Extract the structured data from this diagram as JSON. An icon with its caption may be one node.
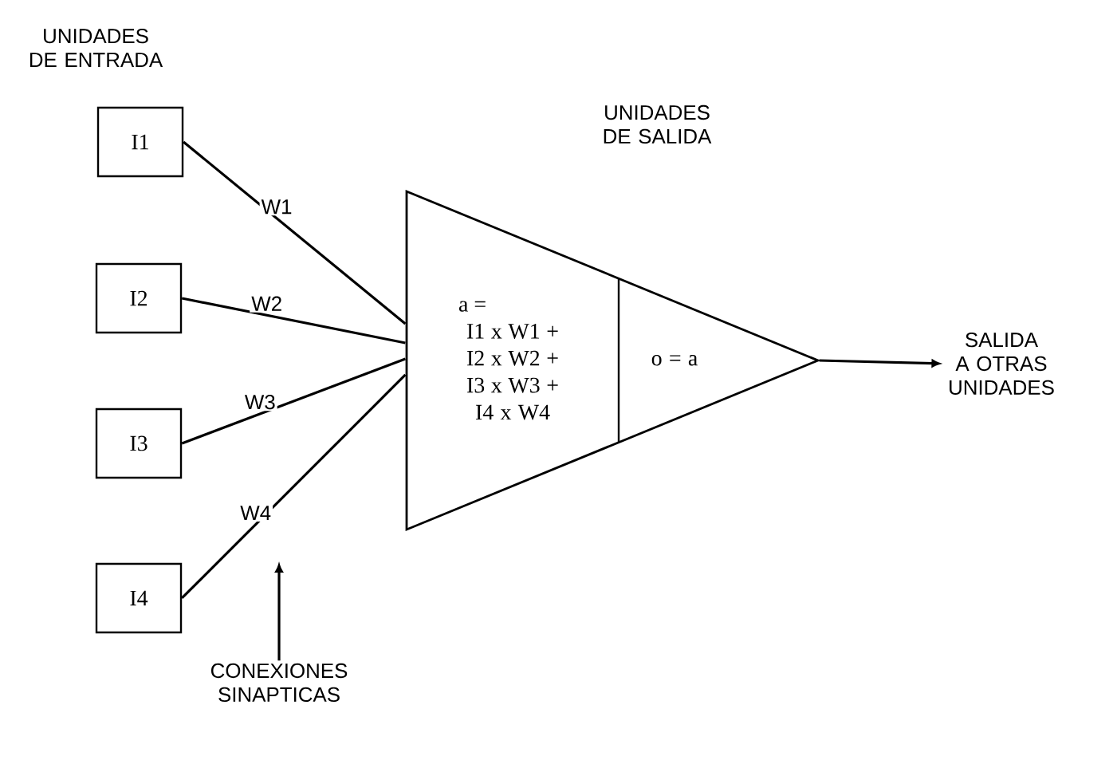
{
  "diagram": {
    "nodes": [
      {
        "text": [
          "I1"
        ]
      },
      {
        "text": [
          "I2"
        ]
      },
      {
        "text": [
          "I3"
        ]
      },
      {
        "text": [
          "I4"
        ]
      },
      {
        "text": [
          "UNIDADES DE SALIDA"
        ]
      },
      {
        "text": [
          "a =",
          "I1 x W1 + I2 x W2 + I3 x W3 + I4 x W4"
        ],
        "in": 4
      },
      {
        "text": [
          "o = a"
        ],
        "in": 4
      },
      {
        "text": [
          "SALIDA A OTRAS UNIDADES"
        ]
      },
      {
        "text": [
          "CONEXIONES SINAPTICAS"
        ]
      }
    ],
    "edges": [
      {
        "from": 0,
        "to": 5,
        "arrow": "none",
        "label": "W1"
      },
      {
        "from": 1,
        "to": 5,
        "arrow": "none",
        "label": "W2"
      },
      {
        "from": 2,
        "to": 5,
        "arrow": "none",
        "label": "W3"
      },
      {
        "from": 3,
        "to": 5,
        "arrow": "none",
        "label": "W4"
      },
      {
        "from": 4,
        "to": 7,
        "arrow": "to"
      },
      {
        "from": 8,
        "to": null,
        "arrow": "to"
      }
    ],
    "labels": [
      "UNIDADES DE ENTRADA"
    ]
  }
}
